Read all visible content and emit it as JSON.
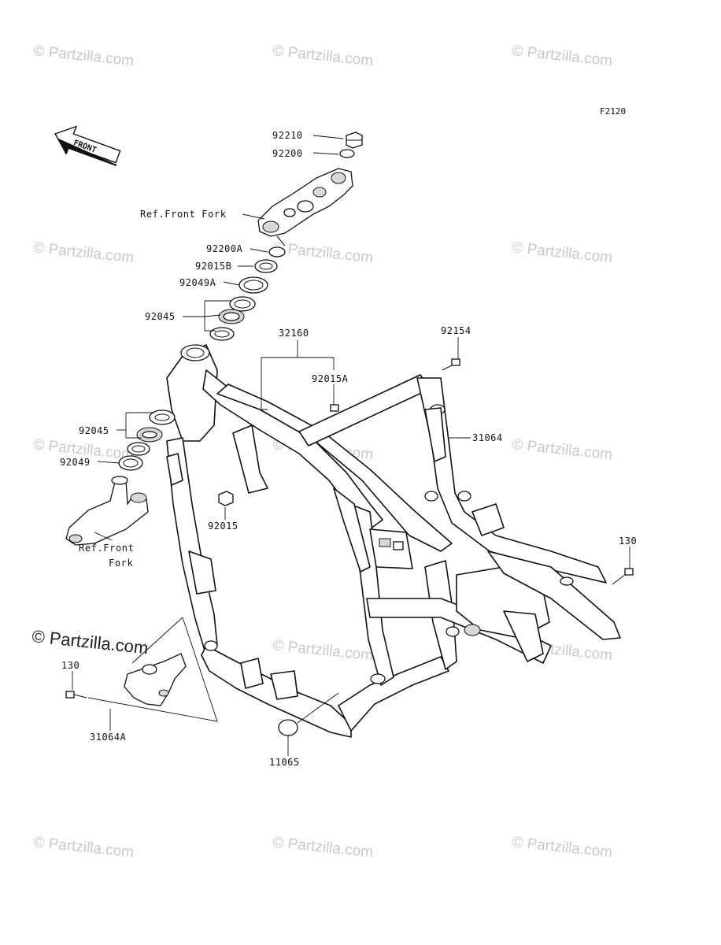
{
  "figure_code": "F2120",
  "front_arrow_label": "FRONT",
  "watermark": {
    "text": "© Partzilla.com",
    "emphasized_text": "© Partzilla.com"
  },
  "labels": {
    "p92210": "92210",
    "p92200": "92200",
    "ref_front_fork_top": "Ref.Front Fork",
    "p92200A": "92200A",
    "p92015B": "92015B",
    "p92049A": "92049A",
    "p92045_upper": "92045",
    "p32160": "32160",
    "p92015A": "92015A",
    "p92154": "92154",
    "p92045_lower": "92045",
    "p92049": "92049",
    "p31064": "31064",
    "p92015": "92015",
    "ref_front_fork_low_1": "Ref.Front",
    "ref_front_fork_low_2": "Fork",
    "p130_right": "130",
    "p130_left": "130",
    "p31064A": "31064A",
    "p11065": "11065"
  }
}
